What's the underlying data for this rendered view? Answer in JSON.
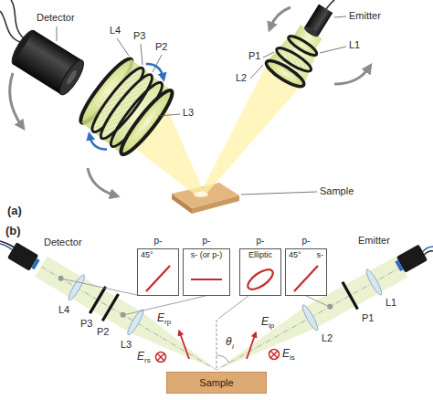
{
  "diagram": {
    "nodes": [
      {
        "text": [
          "p-",
          "45°"
        ]
      },
      {
        "text": [
          "p-",
          "s- (or p-)"
        ]
      },
      {
        "text": [
          "p-",
          "Elliptic"
        ]
      },
      {
        "text": [
          "p-",
          "45°",
          "s-"
        ]
      },
      {
        "text": [
          "Sample"
        ]
      }
    ],
    "labels": [
      "(a)",
      "Detector",
      "L4",
      "P3",
      "P2",
      "L3",
      "Emitter",
      "L1",
      "P1",
      "L2",
      "Sample",
      "(b)",
      "Detector",
      "Emitter",
      "L4",
      "P3",
      "P2",
      "L3",
      "L2",
      "P1",
      "L1",
      "E",
      "rp",
      "E",
      "rs",
      "E",
      "ip",
      "E",
      "is",
      "θ",
      "i"
    ]
  }
}
